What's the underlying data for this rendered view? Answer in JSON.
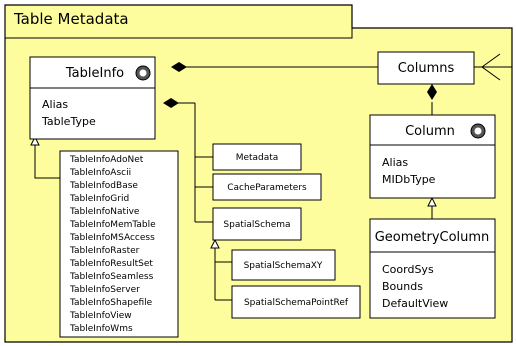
{
  "package": {
    "title": "Table Metadata",
    "fill": "#fdfd9e"
  },
  "table_info": {
    "name": "TableInfo",
    "attributes": [
      "Alias",
      "TableType"
    ]
  },
  "subclasses": [
    "TableInfoAdoNet",
    "TableInfoAscii",
    "TableInfodBase",
    "TableInfoGrid",
    "TableInfoNative",
    "TableInfoMemTable",
    "TableInfoMSAccess",
    "TableInfoRaster",
    "TableInfoResultSet",
    "TableInfoSeamless",
    "TableInfoServer",
    "TableInfoShapefile",
    "TableInfoView",
    "TableInfoWms"
  ],
  "metadata_box": "Metadata",
  "cache_box": "CacheParameters",
  "spatial_schema": "SpatialSchema",
  "spatial_schema_xy": "SpatialSchemaXY",
  "spatial_schema_point_ref": "SpatialSchemaPointRef",
  "columns": "Columns",
  "column": {
    "name": "Column",
    "attributes": [
      "Alias",
      "MIDbType"
    ]
  },
  "geometry_column": {
    "name": "GeometryColumn",
    "attributes": [
      "CoordSys",
      "Bounds",
      "DefaultView"
    ]
  }
}
